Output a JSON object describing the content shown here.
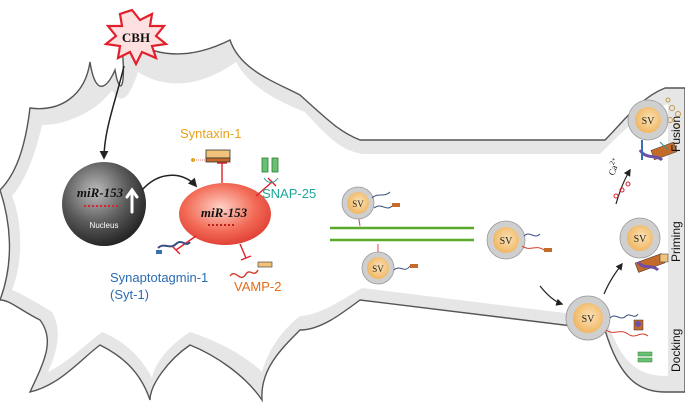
{
  "stimulus": {
    "label": "CBH"
  },
  "nucleus": {
    "mirna": "miR-153",
    "label": "Nucleus"
  },
  "cytoplasm": {
    "mirna": "miR-153"
  },
  "targets": {
    "syntaxin": "Syntaxin-1",
    "snap25": "SNAP-25",
    "synaptotagmin_line1": "Synaptotagmin-1",
    "synaptotagmin_line2": "(Syt-1)",
    "vamp2": "VAMP-2"
  },
  "vesicle_label": "SV",
  "ion": {
    "symbol": "Ca",
    "charge": "2+"
  },
  "stages": {
    "fusion": "Fusion",
    "priming": "Priming",
    "docking": "Docking"
  },
  "colors": {
    "cell_fill": "#e6e6e6",
    "cytoplasm_fill": "#ffffff",
    "nucleus_dark": "#3a3a3a",
    "mirna_red": "#ee4b3a",
    "syntaxin_text": "#e8a21a",
    "snap25_text": "#1fa79b",
    "syt_text": "#2b6cb3",
    "vamp_text": "#e26b18",
    "microtubule": "#5aaa2a",
    "vesicle_core": "#f2c27a"
  }
}
